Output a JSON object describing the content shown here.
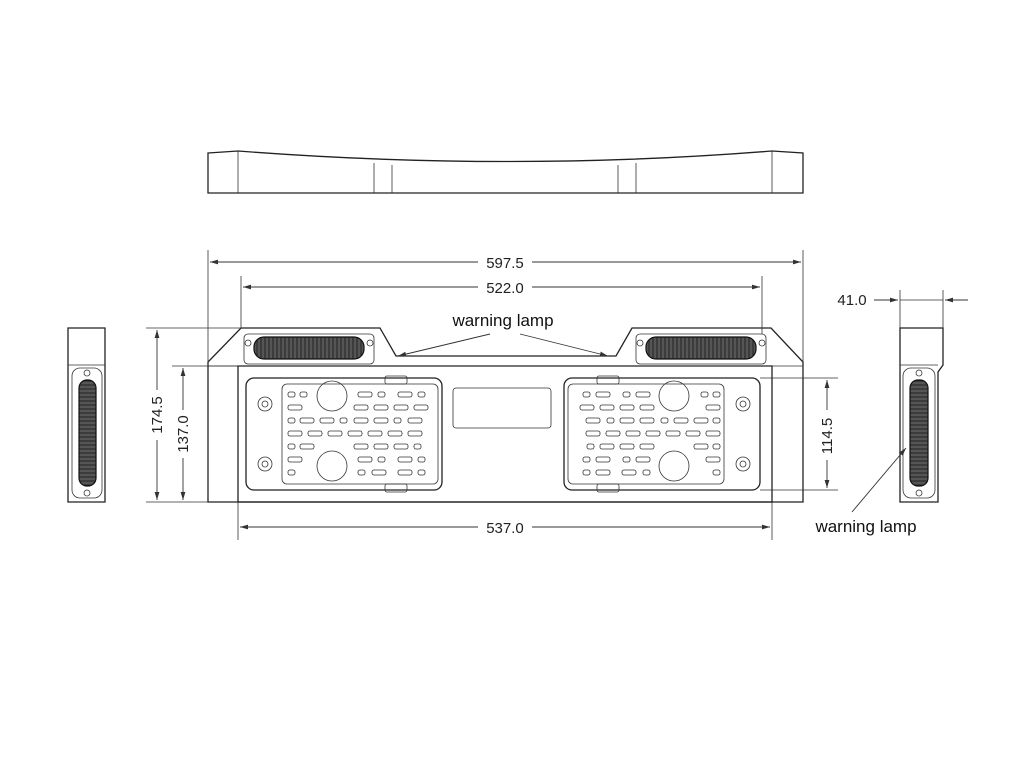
{
  "dimensions": {
    "overall_width": "597.5",
    "lamp_span": "522.0",
    "base_width": "537.0",
    "overall_height": "174.5",
    "body_height": "137.0",
    "plate_height": "114.5",
    "depth": "41.0"
  },
  "labels": {
    "warning_lamp_top": "warning lamp",
    "warning_lamp_side": "warning lamp"
  }
}
